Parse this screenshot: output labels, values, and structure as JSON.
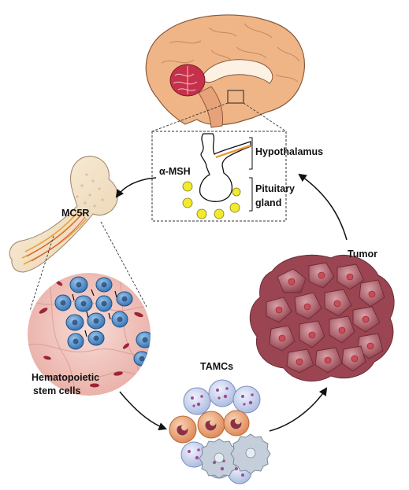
{
  "labels": {
    "hypothalamus": "Hypothalamus",
    "alpha_msh": "α-MSH",
    "pituitary_line1": "Pituitary",
    "pituitary_line2": "gland",
    "mc5r": "MC5R",
    "tumor": "Tumor",
    "hsc_line1": "Hematopoietic",
    "hsc_line2": "stem cells",
    "tamcs": "TAMCs"
  },
  "colors": {
    "brain": "#f0b587",
    "brain_outline": "#8a5a3a",
    "cerebellum": "#c5314a",
    "brainstem": "#e8a27a",
    "msh_dot": "#f2ea2a",
    "bone": "#f4e4cc",
    "marrow_fiber": "#e6a238",
    "hsc_fill": "#4c8bc8",
    "marrow_bg": "#f2c9c2",
    "tumor_cell": "#a4525d",
    "tumor_nucleus": "#cf4a55",
    "tamc_lilac": "#c8d3ee",
    "tamc_orange": "#e89a6a",
    "tamc_grey": "#c4cfdb"
  },
  "icons": [
    "brain-illustration",
    "pituitary-gland-icon",
    "bone-icon",
    "bone-marrow-icon",
    "tumor-cluster-icon",
    "tamc-cluster-icon"
  ]
}
